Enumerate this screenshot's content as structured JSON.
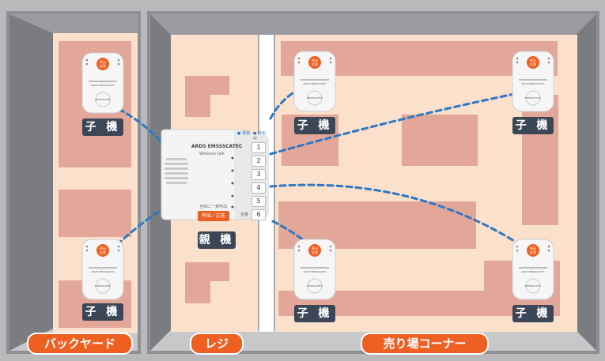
{
  "labels": {
    "child": "子 機",
    "parent": "親 機",
    "backyard": "バックヤード",
    "register": "レジ",
    "sales_corner": "売り場コーナー"
  },
  "parent_unit": {
    "brand": "ARDS EMSSSCATEC",
    "model": "Wireless talk",
    "status_left": "● 電源",
    "status_right": "● 呼出中",
    "channels": [
      "1",
      "2",
      "3",
      "4",
      "5",
      "6"
    ],
    "bottom_small": "全体に一斉呼出",
    "button": "呼出／応答",
    "vol": "音量"
  },
  "child_unit": {
    "button": "呼出\n応答",
    "small": "ARDS EMSSSCATEC",
    "bottom": "EMSSSCATEC"
  },
  "colors": {
    "wall": "#b9b9bb",
    "floor": "#fbe1cb",
    "shelf": "#e2a798",
    "line": "#2f78c4",
    "accent": "#ee5f22",
    "tag": "#3b4656"
  }
}
